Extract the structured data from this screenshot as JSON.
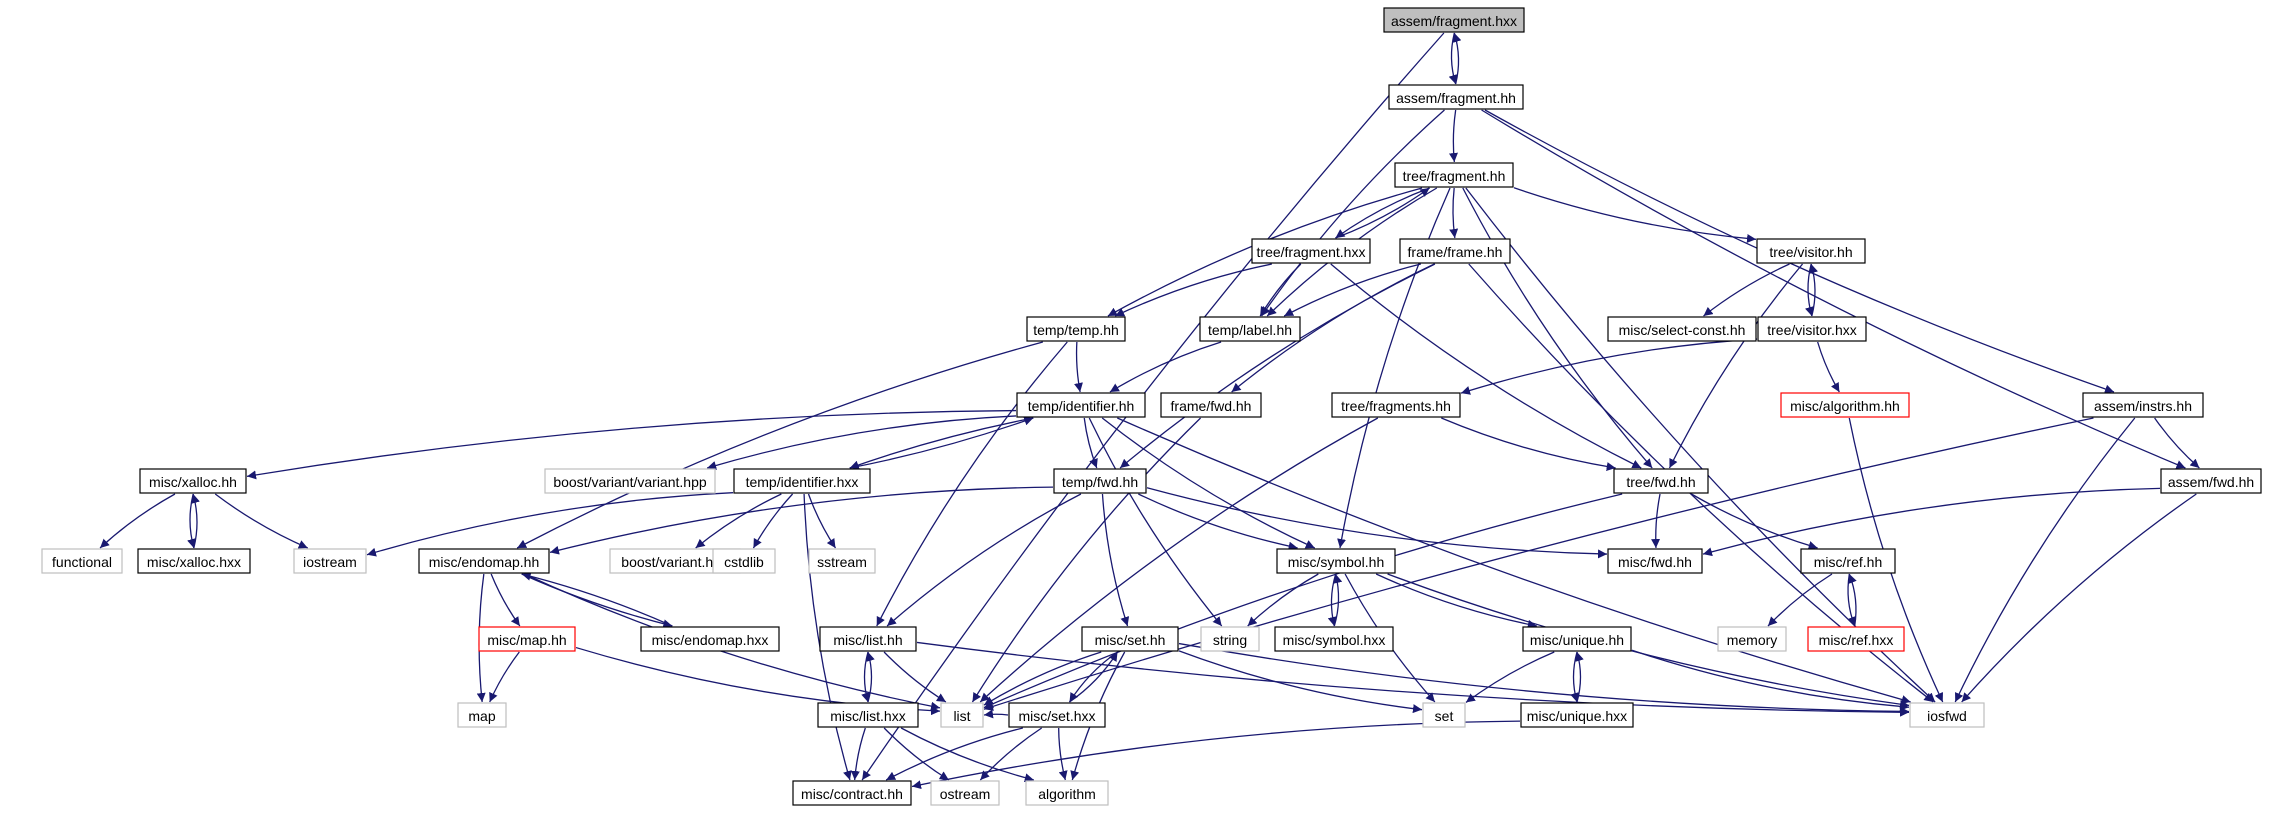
{
  "colors": {
    "edge": "#191970",
    "node_border": "#000000",
    "node_fill": "#ffffff",
    "highlight_fill": "#bfbfbf",
    "gray_border": "#bfbfbf",
    "red_border": "#ff0000",
    "text": "#000000"
  },
  "nodes": [
    {
      "id": "assem_fragment_hxx",
      "label": "assem/fragment.hxx",
      "style": "highlight"
    },
    {
      "id": "assem_fragment_hh",
      "label": "assem/fragment.hh",
      "style": "normal"
    },
    {
      "id": "tree_fragment_hh",
      "label": "tree/fragment.hh",
      "style": "normal"
    },
    {
      "id": "tree_fragment_hxx",
      "label": "tree/fragment.hxx",
      "style": "normal"
    },
    {
      "id": "frame_frame_hh",
      "label": "frame/frame.hh",
      "style": "normal"
    },
    {
      "id": "tree_visitor_hh",
      "label": "tree/visitor.hh",
      "style": "normal"
    },
    {
      "id": "misc_select_const_hh",
      "label": "misc/select-const.hh",
      "style": "normal"
    },
    {
      "id": "tree_visitor_hxx",
      "label": "tree/visitor.hxx",
      "style": "normal"
    },
    {
      "id": "temp_temp_hh",
      "label": "temp/temp.hh",
      "style": "normal"
    },
    {
      "id": "temp_label_hh",
      "label": "temp/label.hh",
      "style": "normal"
    },
    {
      "id": "temp_identifier_hh",
      "label": "temp/identifier.hh",
      "style": "normal"
    },
    {
      "id": "frame_fwd_hh",
      "label": "frame/fwd.hh",
      "style": "normal"
    },
    {
      "id": "tree_fragments_hh",
      "label": "tree/fragments.hh",
      "style": "normal"
    },
    {
      "id": "misc_algorithm_hh",
      "label": "misc/algorithm.hh",
      "style": "red"
    },
    {
      "id": "assem_instrs_hh",
      "label": "assem/instrs.hh",
      "style": "normal"
    },
    {
      "id": "misc_xalloc_hh",
      "label": "misc/xalloc.hh",
      "style": "normal"
    },
    {
      "id": "boost_variant_1",
      "label": "boost/variant/variant.hpp",
      "style": "gray"
    },
    {
      "id": "temp_identifier_hxx",
      "label": "temp/identifier.hxx",
      "style": "normal"
    },
    {
      "id": "temp_fwd_hh",
      "label": "temp/fwd.hh",
      "style": "normal"
    },
    {
      "id": "tree_fwd_hh",
      "label": "tree/fwd.hh",
      "style": "normal"
    },
    {
      "id": "assem_fwd_hh",
      "label": "assem/fwd.hh",
      "style": "normal"
    },
    {
      "id": "functional",
      "label": "functional",
      "style": "gray"
    },
    {
      "id": "misc_xalloc_hxx",
      "label": "misc/xalloc.hxx",
      "style": "normal"
    },
    {
      "id": "iostream",
      "label": "iostream",
      "style": "gray"
    },
    {
      "id": "misc_endomap_hh",
      "label": "misc/endomap.hh",
      "style": "normal"
    },
    {
      "id": "boost_variant_2",
      "label": "boost/variant.hpp",
      "style": "gray"
    },
    {
      "id": "cstdlib",
      "label": "cstdlib",
      "style": "gray"
    },
    {
      "id": "sstream",
      "label": "sstream",
      "style": "gray"
    },
    {
      "id": "misc_symbol_hh",
      "label": "misc/symbol.hh",
      "style": "normal"
    },
    {
      "id": "misc_fwd_hh",
      "label": "misc/fwd.hh",
      "style": "normal"
    },
    {
      "id": "misc_ref_hh",
      "label": "misc/ref.hh",
      "style": "normal"
    },
    {
      "id": "misc_map_hh",
      "label": "misc/map.hh",
      "style": "red"
    },
    {
      "id": "misc_endomap_hxx",
      "label": "misc/endomap.hxx",
      "style": "normal"
    },
    {
      "id": "misc_list_hh",
      "label": "misc/list.hh",
      "style": "normal"
    },
    {
      "id": "misc_set_hh",
      "label": "misc/set.hh",
      "style": "normal"
    },
    {
      "id": "string",
      "label": "string",
      "style": "gray"
    },
    {
      "id": "misc_symbol_hxx",
      "label": "misc/symbol.hxx",
      "style": "normal"
    },
    {
      "id": "misc_unique_hh",
      "label": "misc/unique.hh",
      "style": "normal"
    },
    {
      "id": "memory",
      "label": "memory",
      "style": "gray"
    },
    {
      "id": "misc_ref_hxx",
      "label": "misc/ref.hxx",
      "style": "red"
    },
    {
      "id": "map",
      "label": "map",
      "style": "gray"
    },
    {
      "id": "list",
      "label": "list",
      "style": "gray"
    },
    {
      "id": "misc_list_hxx",
      "label": "misc/list.hxx",
      "style": "normal"
    },
    {
      "id": "misc_set_hxx",
      "label": "misc/set.hxx",
      "style": "normal"
    },
    {
      "id": "set",
      "label": "set",
      "style": "gray"
    },
    {
      "id": "misc_unique_hxx",
      "label": "misc/unique.hxx",
      "style": "normal"
    },
    {
      "id": "iosfwd",
      "label": "iosfwd",
      "style": "gray"
    },
    {
      "id": "misc_contract_hh",
      "label": "misc/contract.hh",
      "style": "normal"
    },
    {
      "id": "ostream",
      "label": "ostream",
      "style": "gray"
    },
    {
      "id": "algorithm",
      "label": "algorithm",
      "style": "gray"
    }
  ],
  "edges": [
    [
      "assem_fragment_hxx",
      "assem_fragment_hh"
    ],
    [
      "assem_fragment_hxx",
      "misc_contract_hh"
    ],
    [
      "assem_fragment_hh",
      "assem_fragment_hxx"
    ],
    [
      "assem_fragment_hh",
      "tree_fragment_hh"
    ],
    [
      "assem_fragment_hh",
      "temp_label_hh"
    ],
    [
      "assem_fragment_hh",
      "assem_instrs_hh"
    ],
    [
      "assem_fragment_hh",
      "assem_fwd_hh"
    ],
    [
      "tree_fragment_hh",
      "tree_fragment_hxx"
    ],
    [
      "tree_fragment_hh",
      "frame_frame_hh"
    ],
    [
      "tree_fragment_hh",
      "tree_visitor_hh"
    ],
    [
      "tree_fragment_hh",
      "temp_temp_hh"
    ],
    [
      "tree_fragment_hh",
      "temp_label_hh"
    ],
    [
      "tree_fragment_hh",
      "tree_fwd_hh"
    ],
    [
      "tree_fragment_hh",
      "misc_symbol_hh"
    ],
    [
      "tree_fragment_hh",
      "iosfwd"
    ],
    [
      "tree_fragment_hxx",
      "tree_fragment_hh"
    ],
    [
      "tree_fragment_hxx",
      "temp_temp_hh"
    ],
    [
      "tree_fragment_hxx",
      "temp_label_hh"
    ],
    [
      "tree_fragment_hxx",
      "tree_fwd_hh"
    ],
    [
      "frame_frame_hh",
      "temp_label_hh"
    ],
    [
      "frame_frame_hh",
      "frame_fwd_hh"
    ],
    [
      "frame_frame_hh",
      "temp_fwd_hh"
    ],
    [
      "frame_frame_hh",
      "iosfwd"
    ],
    [
      "tree_visitor_hh",
      "misc_select_const_hh"
    ],
    [
      "tree_visitor_hh",
      "tree_visitor_hxx"
    ],
    [
      "tree_visitor_hh",
      "tree_fwd_hh"
    ],
    [
      "tree_visitor_hxx",
      "tree_visitor_hh"
    ],
    [
      "tree_visitor_hxx",
      "misc_algorithm_hh"
    ],
    [
      "tree_visitor_hxx",
      "tree_fragments_hh"
    ],
    [
      "temp_temp_hh",
      "temp_identifier_hh"
    ],
    [
      "temp_temp_hh",
      "misc_endomap_hh"
    ],
    [
      "temp_temp_hh",
      "misc_list_hh"
    ],
    [
      "temp_label_hh",
      "temp_identifier_hh"
    ],
    [
      "temp_identifier_hh",
      "misc_xalloc_hh"
    ],
    [
      "temp_identifier_hh",
      "boost_variant_1"
    ],
    [
      "temp_identifier_hh",
      "temp_identifier_hxx"
    ],
    [
      "temp_identifier_hh",
      "temp_fwd_hh"
    ],
    [
      "temp_identifier_hh",
      "string"
    ],
    [
      "temp_identifier_hh",
      "misc_symbol_hh"
    ],
    [
      "temp_identifier_hh",
      "iosfwd"
    ],
    [
      "temp_identifier_hxx",
      "temp_identifier_hh"
    ],
    [
      "temp_identifier_hxx",
      "iostream"
    ],
    [
      "temp_identifier_hxx",
      "boost_variant_2"
    ],
    [
      "temp_identifier_hxx",
      "cstdlib"
    ],
    [
      "temp_identifier_hxx",
      "sstream"
    ],
    [
      "temp_identifier_hxx",
      "misc_contract_hh"
    ],
    [
      "frame_fwd_hh",
      "list"
    ],
    [
      "tree_fragments_hh",
      "tree_fwd_hh"
    ],
    [
      "tree_fragments_hh",
      "list"
    ],
    [
      "misc_algorithm_hh",
      "iosfwd"
    ],
    [
      "assem_instrs_hh",
      "assem_fwd_hh"
    ],
    [
      "assem_instrs_hh",
      "list"
    ],
    [
      "assem_instrs_hh",
      "iosfwd"
    ],
    [
      "misc_xalloc_hh",
      "functional"
    ],
    [
      "misc_xalloc_hh",
      "misc_xalloc_hxx"
    ],
    [
      "misc_xalloc_hh",
      "iostream"
    ],
    [
      "misc_xalloc_hxx",
      "misc_xalloc_hh"
    ],
    [
      "temp_fwd_hh",
      "misc_endomap_hh"
    ],
    [
      "temp_fwd_hh",
      "misc_list_hh"
    ],
    [
      "temp_fwd_hh",
      "misc_set_hh"
    ],
    [
      "temp_fwd_hh",
      "misc_symbol_hh"
    ],
    [
      "temp_fwd_hh",
      "misc_fwd_hh"
    ],
    [
      "tree_fwd_hh",
      "misc_fwd_hh"
    ],
    [
      "tree_fwd_hh",
      "misc_ref_hh"
    ],
    [
      "tree_fwd_hh",
      "list"
    ],
    [
      "assem_fwd_hh",
      "misc_fwd_hh"
    ],
    [
      "assem_fwd_hh",
      "iosfwd"
    ],
    [
      "misc_endomap_hh",
      "misc_map_hh"
    ],
    [
      "misc_endomap_hh",
      "misc_endomap_hxx"
    ],
    [
      "misc_endomap_hh",
      "map"
    ],
    [
      "misc_endomap_hh",
      "list"
    ],
    [
      "misc_endomap_hxx",
      "misc_endomap_hh"
    ],
    [
      "misc_map_hh",
      "map"
    ],
    [
      "misc_map_hh",
      "list"
    ],
    [
      "misc_symbol_hh",
      "string"
    ],
    [
      "misc_symbol_hh",
      "misc_symbol_hxx"
    ],
    [
      "misc_symbol_hh",
      "misc_unique_hh"
    ],
    [
      "misc_symbol_hh",
      "set"
    ],
    [
      "misc_symbol_hh",
      "iosfwd"
    ],
    [
      "misc_symbol_hxx",
      "misc_symbol_hh"
    ],
    [
      "misc_ref_hh",
      "memory"
    ],
    [
      "misc_ref_hh",
      "misc_ref_hxx"
    ],
    [
      "misc_ref_hxx",
      "misc_ref_hh"
    ],
    [
      "misc_unique_hh",
      "set"
    ],
    [
      "misc_unique_hh",
      "misc_unique_hxx"
    ],
    [
      "misc_unique_hh",
      "iosfwd"
    ],
    [
      "misc_unique_hxx",
      "misc_unique_hh"
    ],
    [
      "misc_unique_hxx",
      "misc_contract_hh"
    ],
    [
      "misc_list_hh",
      "list"
    ],
    [
      "misc_list_hh",
      "misc_list_hxx"
    ],
    [
      "misc_list_hh",
      "iosfwd"
    ],
    [
      "misc_list_hxx",
      "misc_list_hh"
    ],
    [
      "misc_list_hxx",
      "misc_contract_hh"
    ],
    [
      "misc_list_hxx",
      "ostream"
    ],
    [
      "misc_list_hxx",
      "algorithm"
    ],
    [
      "misc_set_hh",
      "misc_set_hxx"
    ],
    [
      "misc_set_hh",
      "list"
    ],
    [
      "misc_set_hh",
      "set"
    ],
    [
      "misc_set_hh",
      "algorithm"
    ],
    [
      "misc_set_hh",
      "iosfwd"
    ],
    [
      "misc_set_hxx",
      "misc_set_hh"
    ],
    [
      "misc_set_hxx",
      "list"
    ],
    [
      "misc_set_hxx",
      "misc_contract_hh"
    ],
    [
      "misc_set_hxx",
      "ostream"
    ],
    [
      "misc_set_hxx",
      "algorithm"
    ]
  ]
}
